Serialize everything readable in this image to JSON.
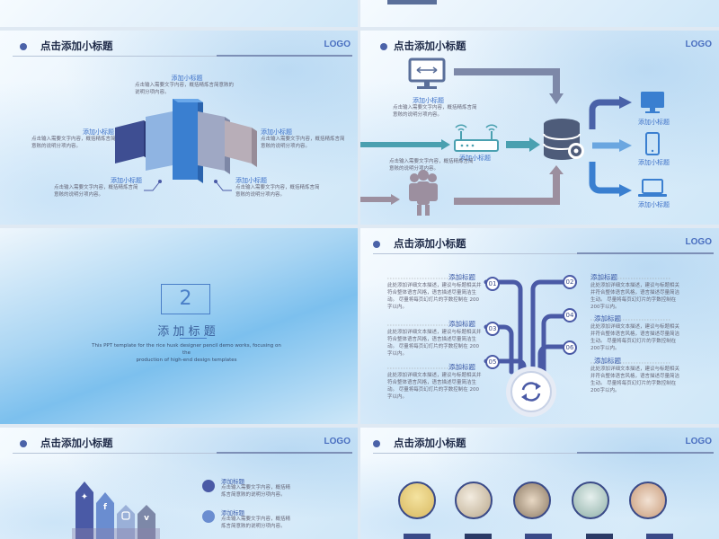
{
  "logo": "LOGO",
  "subtitle_heading": "点击添加小标题",
  "add_title": "添加小标题",
  "add_label": "添加标题",
  "blurb_a": "点击输入需要文字内容，概括精炼言简意赅的说明分项内容。",
  "blurb_b": "此处添加详细文本描述，建议与标题相关并符合整体语言风格，语言描述尽量简洁生动。",
  "blurb_b2": "尽量将每页幻灯片的字数控制在 200字以内。",
  "section": {
    "number": "2",
    "title": "添 加 标 题",
    "desc_line1": "This PPT template for the rice husk designer pencil demo works, focusing on the",
    "desc_line2": "production of high-end design templates"
  },
  "hub": {
    "numbers": [
      "01",
      "02",
      "03",
      "04",
      "05",
      "06"
    ]
  },
  "colors": {
    "navy": "#4a5aa6",
    "blue": "#3b6fc7",
    "grey": "#8e97a8",
    "teal": "#4aa0b0",
    "mauve": "#9c8f9f"
  }
}
